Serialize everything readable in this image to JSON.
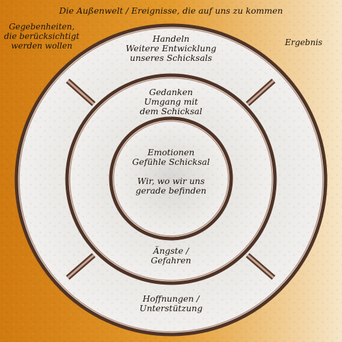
{
  "outside": {
    "top": "Die Außenwelt / Ereignisse, die auf uns zu kommen",
    "left_lines": [
      "Gegebenheiten,",
      "die berücksichtigt",
      "werden wollen"
    ],
    "right": "Ergebnis"
  },
  "outer_ring": {
    "top_lines": [
      "Handeln",
      "Weitere Entwicklung",
      "unseres Schicksals"
    ],
    "bottom_lines": [
      "Hoffnungen /",
      "Unterstützung"
    ]
  },
  "middle_ring": {
    "top_lines": [
      "Gedanken",
      "Umgang mit",
      "dem Schicksal"
    ],
    "bottom_lines": [
      "Ängste /",
      "Gefahren"
    ]
  },
  "inner_circle": {
    "lines": [
      "Emotionen",
      "Gefühle Schicksal",
      "",
      "Wir, wo wir uns",
      "gerade befinden"
    ]
  },
  "colors": {
    "background_orange": "#d98a1e",
    "background_light": "#f3e3c4",
    "ring_fill": "#ece9e6",
    "ring_border": "#6b4a3a",
    "text": "#1a1208"
  }
}
